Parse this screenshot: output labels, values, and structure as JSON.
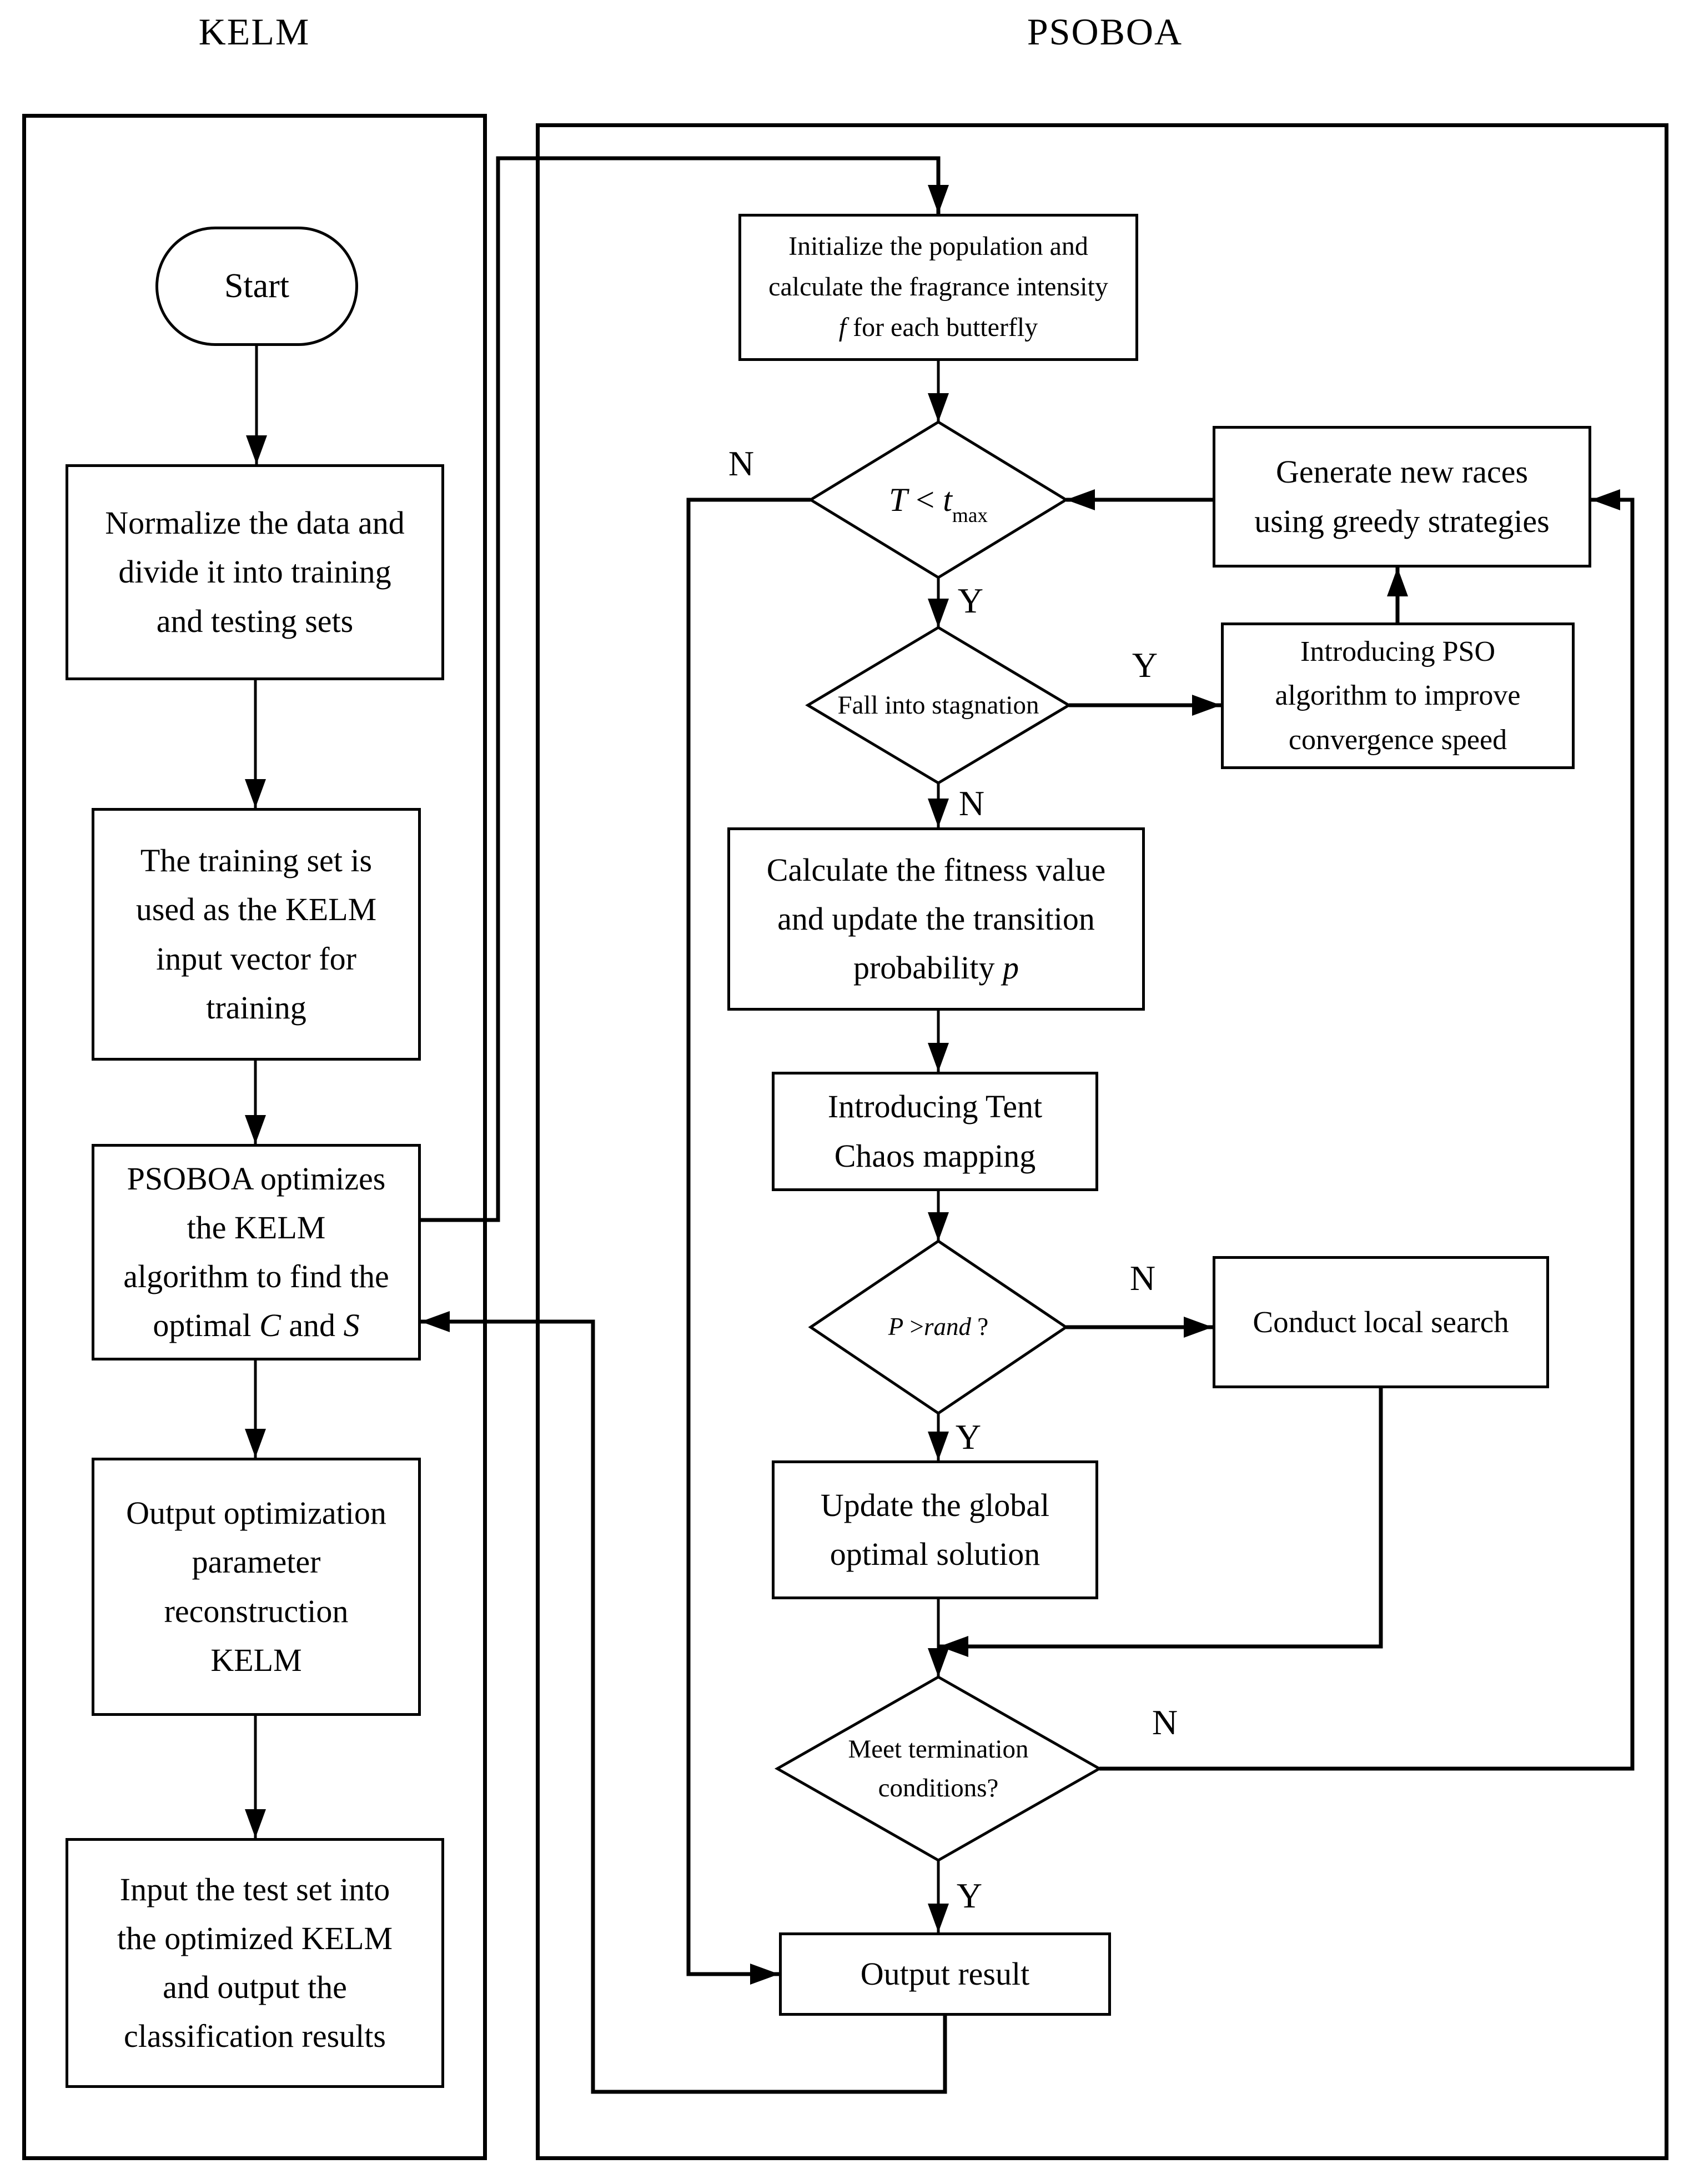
{
  "colors": {
    "ink": "#000000",
    "background": "#ffffff"
  },
  "headers": {
    "kelm": "KELM",
    "psoboa": "PSOBOA"
  },
  "kelm": {
    "start": "Start",
    "box_normalize": {
      "l1": "Normalize the data and",
      "l2": "divide it into training",
      "l3": "and testing sets"
    },
    "box_training": {
      "l1": "The training set is",
      "l2": "used as the KELM",
      "l3": "input vector for",
      "l4": "training"
    },
    "box_psoboa_optimizes": {
      "l1": "PSOBOA optimizes",
      "l2": "the KELM",
      "l3": "algorithm to find the",
      "l4a": "optimal ",
      "l4b": "C",
      "l4c": " and ",
      "l4d": "S"
    },
    "box_output_params": {
      "l1": "Output optimization",
      "l2": "parameter",
      "l3": "reconstruction",
      "l4": "KELM"
    },
    "box_input_test": {
      "l1": "Input the test set into",
      "l2": "the optimized KELM",
      "l3": "and output the",
      "l4": "classification results"
    }
  },
  "psoboa": {
    "box_initialize": {
      "l1": "Initialize the population and",
      "l2": "calculate the fragrance intensity",
      "l3a": "f",
      "l3b": " for each butterfly"
    },
    "diamond_tmax": {
      "t_cap": "T",
      "op": " < ",
      "t_low": "t",
      "sub": "max"
    },
    "box_generate": {
      "l1": "Generate new races",
      "l2": "using greedy strategies"
    },
    "diamond_stagnation": {
      "l1": "Fall into stagnation"
    },
    "box_pso": {
      "l1": "Introducing PSO",
      "l2": "algorithm to improve",
      "l3": "convergence speed"
    },
    "box_fitness": {
      "l1": "Calculate the fitness value",
      "l2": "and update the transition",
      "l3a": "probability ",
      "l3b": "p"
    },
    "box_tent": {
      "l1": "Introducing Tent",
      "l2": "Chaos mapping"
    },
    "diamond_rand": {
      "p": "P",
      "op": " >",
      "rand": "rand",
      "q": " ?"
    },
    "box_local_search": {
      "l1": "Conduct local search"
    },
    "box_update_global": {
      "l1": "Update the global",
      "l2": "optimal solution"
    },
    "diamond_termination": {
      "l1": "Meet termination",
      "l2": "conditions?"
    },
    "box_output_result": {
      "l1": "Output result"
    },
    "labels": {
      "tmax_n": "N",
      "tmax_y": "Y",
      "stag_y": "Y",
      "stag_n": "N",
      "rand_n": "N",
      "rand_y": "Y",
      "term_n": "N",
      "term_y": "Y"
    }
  }
}
